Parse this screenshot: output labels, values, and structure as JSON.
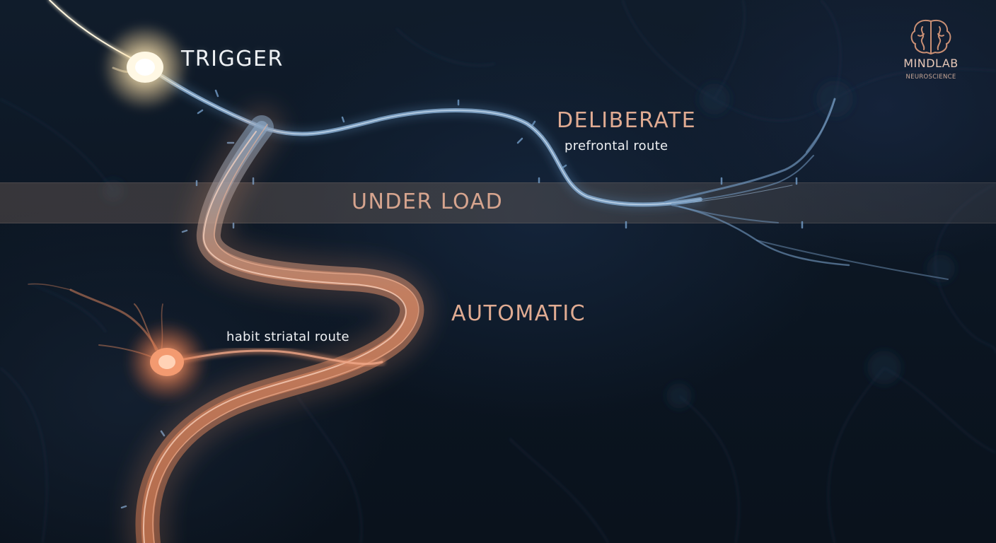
{
  "labels": {
    "trigger": "TRIGGER",
    "deliberate": "DELIBERATE",
    "deliberate_sub": "prefrontal route",
    "under_load": "UNDER LOAD",
    "automatic": "AUTOMATIC",
    "automatic_sub": "habit striatal route"
  },
  "logo": {
    "brand": "MINDLAB",
    "tagline": "NEUROSCIENCE"
  },
  "icons": {
    "logo": "brain-icon",
    "trigger_node": "glowing-neuron-icon",
    "habit_node": "glowing-neuron-icon"
  },
  "colors": {
    "background": "#0c1622",
    "deliberate_path": "#7fa3c6",
    "automatic_path": "#d88b68",
    "trigger_glow": "#fff4d6",
    "habit_glow": "#ff9a6a",
    "label_peach": "#e0ab92",
    "label_white": "#eef1f4"
  }
}
